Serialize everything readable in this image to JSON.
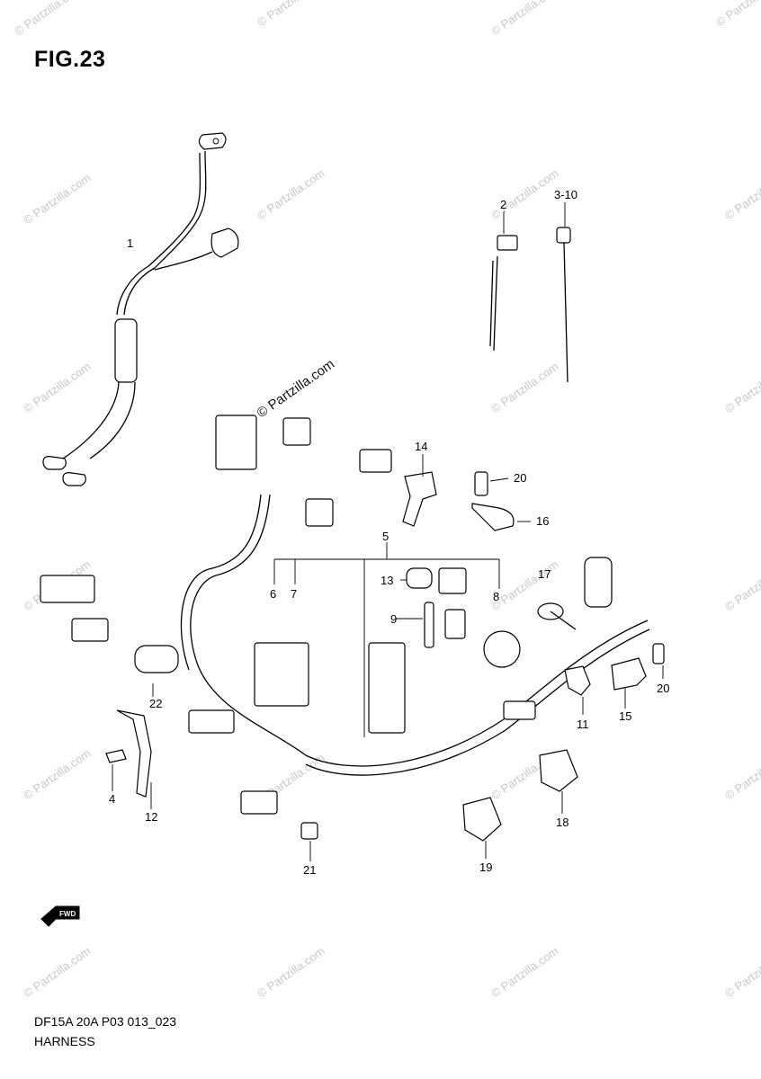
{
  "figure": {
    "title": "FIG.23",
    "code": "DF15A 20A P03 013_023",
    "name": "HARNESS"
  },
  "watermark": {
    "text": "© Partzilla.com",
    "center_text": "© Partzilla.com"
  },
  "fwd_arrow": {
    "label": "FWD"
  },
  "callouts": {
    "c1": "1",
    "c2": "2",
    "c3_10": "3-10",
    "c4": "4",
    "c5": "5",
    "c6": "6",
    "c7": "7",
    "c8": "8",
    "c9": "9",
    "c11": "11",
    "c12": "12",
    "c13": "13",
    "c14": "14",
    "c15": "15",
    "c16": "16",
    "c17": "17",
    "c18": "18",
    "c19": "19",
    "c20a": "20",
    "c20b": "20",
    "c21": "21",
    "c22": "22"
  }
}
